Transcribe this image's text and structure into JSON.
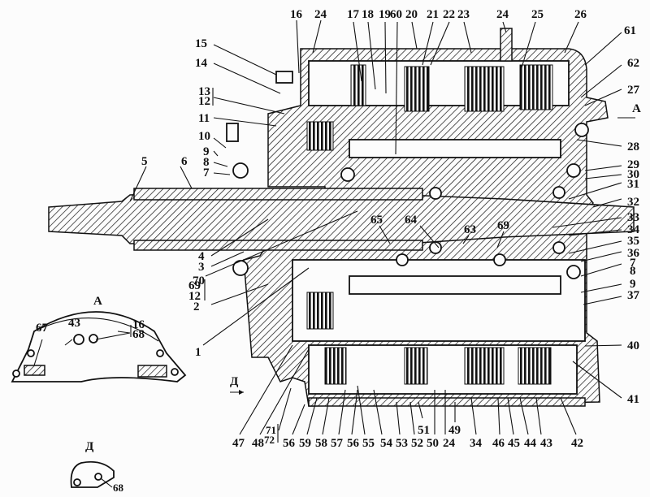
{
  "figure": {
    "title": "Transmission cross-section with callout numbers",
    "view_labels": {
      "view_a": "A",
      "view_d": "Д"
    },
    "arrow_labels": {
      "arrow_a": "A",
      "arrow_d": "Д"
    }
  },
  "callouts_top": [
    "16",
    "24",
    "17",
    "18",
    "19",
    "60",
    "20",
    "21",
    "22",
    "23",
    "24",
    "25",
    "26"
  ],
  "callouts_right": [
    "61",
    "62",
    "27",
    "28",
    "29",
    "30",
    "31",
    "32",
    "33",
    "34",
    "35",
    "36",
    "7",
    "8",
    "9",
    "37",
    "40",
    "41"
  ],
  "callouts_left_upper": [
    "15",
    "14",
    "13",
    "12",
    "11",
    "10",
    "9",
    "8",
    "7",
    "5",
    "6"
  ],
  "callouts_left_lower": [
    "4",
    "3",
    "70",
    "69",
    "12",
    "2",
    "1"
  ],
  "callouts_middle": [
    "65",
    "64",
    "63",
    "69"
  ],
  "callouts_bottom": [
    "47",
    "48",
    "71",
    "72",
    "56",
    "59",
    "58",
    "57",
    "56",
    "55",
    "54",
    "53",
    "52",
    "51",
    "50",
    "24",
    "49",
    "34",
    "46",
    "45",
    "44",
    "43",
    "42"
  ],
  "detail_a": {
    "label": "A",
    "callouts": [
      "67",
      "43",
      "16",
      "68"
    ]
  },
  "detail_d": {
    "label": "Д",
    "callouts": [
      "68"
    ]
  }
}
